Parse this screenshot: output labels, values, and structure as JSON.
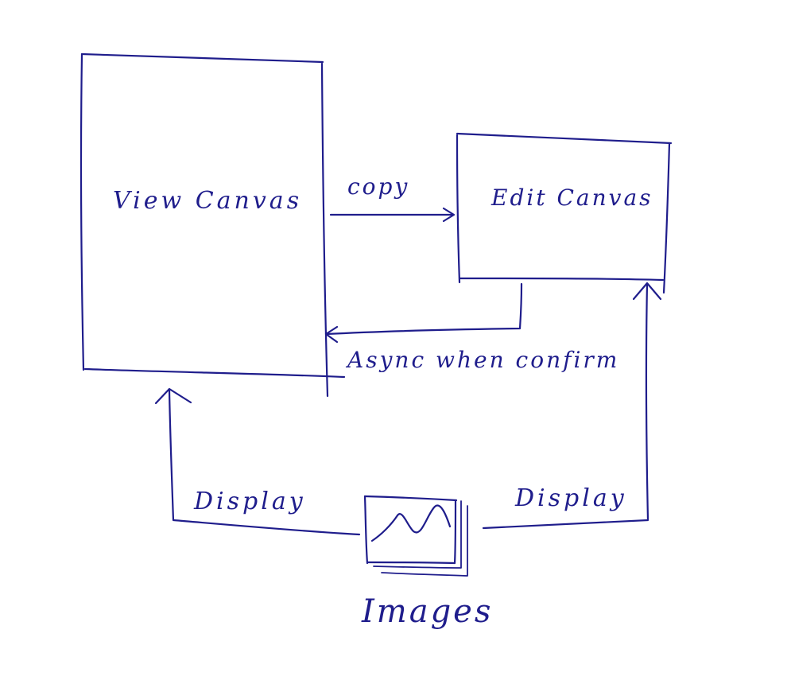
{
  "diagram": {
    "nodes": {
      "view_canvas": "View Canvas",
      "edit_canvas": "Edit Canvas",
      "images": "Images"
    },
    "edges": {
      "copy": "copy",
      "async": "Async when confirm",
      "display_left": "Display",
      "display_right": "Display"
    },
    "ink_color": "#1f1d8c"
  }
}
